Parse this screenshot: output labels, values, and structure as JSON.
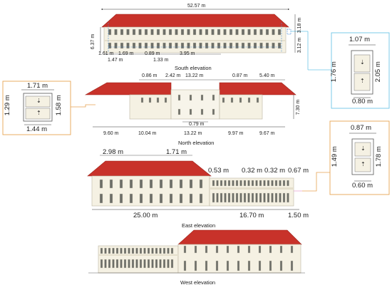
{
  "colors": {
    "roof": "#c8322a",
    "roof_dark": "#a8281f",
    "wall": "#f5f1e3",
    "wall_line": "#bdb6a2",
    "window_frame": "#8a8270",
    "window_glass": "#6d6e68",
    "dim_line": "#333333",
    "callout_blue": "#6ec6e6",
    "callout_orange": "#e6a453",
    "dash_blue": "#4a90d9",
    "pink_edge": "#e8a6d6"
  },
  "south": {
    "caption": "South elevation",
    "dims": {
      "total": "52.57 m",
      "height_left": "6.37 m",
      "upper_right": "3.18 m",
      "lower_right": "3.12 m",
      "d1": "1.61 m",
      "d2": "1.69 m",
      "d3": "1.47 m",
      "d4": "0.89 m",
      "d5": "1.33 m",
      "d6": "3.95 m"
    }
  },
  "north": {
    "caption": "North elevation",
    "dims": {
      "t1": "0.86 m",
      "t2": "2.42 m",
      "t3": "13.22 m",
      "t4": "0.87 m",
      "t5": "5.40 m",
      "height_right": "7.30 m",
      "mid": "0.79 m",
      "b1": "9.60 m",
      "b2": "10.04 m",
      "b3": "13.22 m",
      "b4": "9.97 m",
      "b5": "9.67 m"
    }
  },
  "east": {
    "caption": "East elevation",
    "dims": {
      "t1": "2.98 m",
      "t2": "1.71 m",
      "t3": "0.53 m",
      "t4": "0.32 m",
      "t5": "0.32 m",
      "t6": "0.67 m",
      "b1": "25.00 m",
      "b2": "16.70 m",
      "b3": "1.50 m"
    }
  },
  "west": {
    "caption": "West elevation"
  },
  "window_left": {
    "width_top": "1.71 m",
    "width_bottom": "1.44 m",
    "height_left": "1.29 m",
    "height_right": "1.58 m"
  },
  "window_right_top": {
    "width_top": "1.07 m",
    "width_bottom": "0.80 m",
    "height_left": "1.76 m",
    "height_right": "2.05 m"
  },
  "window_right_bottom": {
    "width_top": "0.87 m",
    "width_bottom": "0.60 m",
    "height_left": "1.49 m",
    "height_right": "1.78 m"
  }
}
